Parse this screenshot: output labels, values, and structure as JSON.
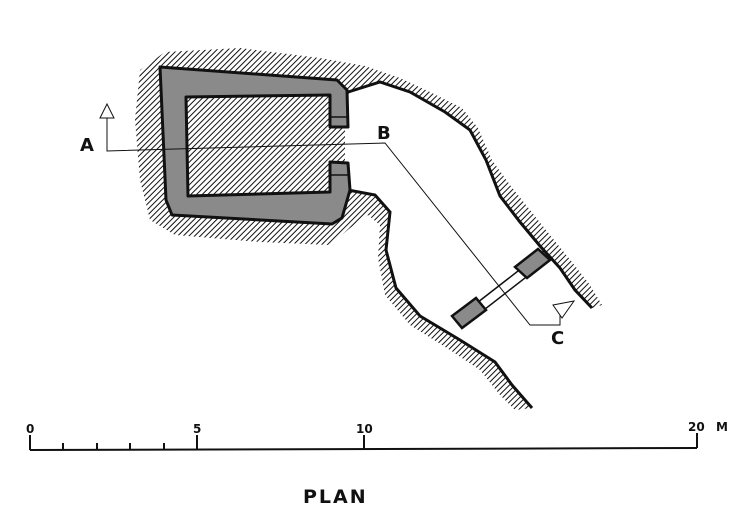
{
  "labels": {
    "a": "A",
    "b": "B",
    "c": "C"
  },
  "scale": {
    "ticks": [
      "0",
      "5",
      "10",
      "20"
    ],
    "unit": "M",
    "max_m": 20
  },
  "title": "PLAN",
  "colors": {
    "wall": "#8a8a8a",
    "ink": "#111111"
  }
}
